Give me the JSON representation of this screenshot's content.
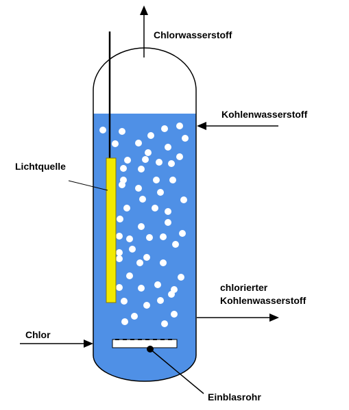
{
  "labels": {
    "top_outlet": "Chlorwasserstoff",
    "hydrocarbon_inlet": "Kohlenwasserstoff",
    "light_source": "Lichtquelle",
    "product_outlet_line1": "chlorierter",
    "product_outlet_line2": "Kohlenwasserstoff",
    "chlorine_inlet": "Chlor",
    "sparger": "Einblasrohr"
  },
  "colors": {
    "liquid": "#4f90e6",
    "bubble": "#ffffff",
    "lamp": "#f2ea00",
    "lamp_border": "#8a7a00",
    "outline": "#000000"
  }
}
